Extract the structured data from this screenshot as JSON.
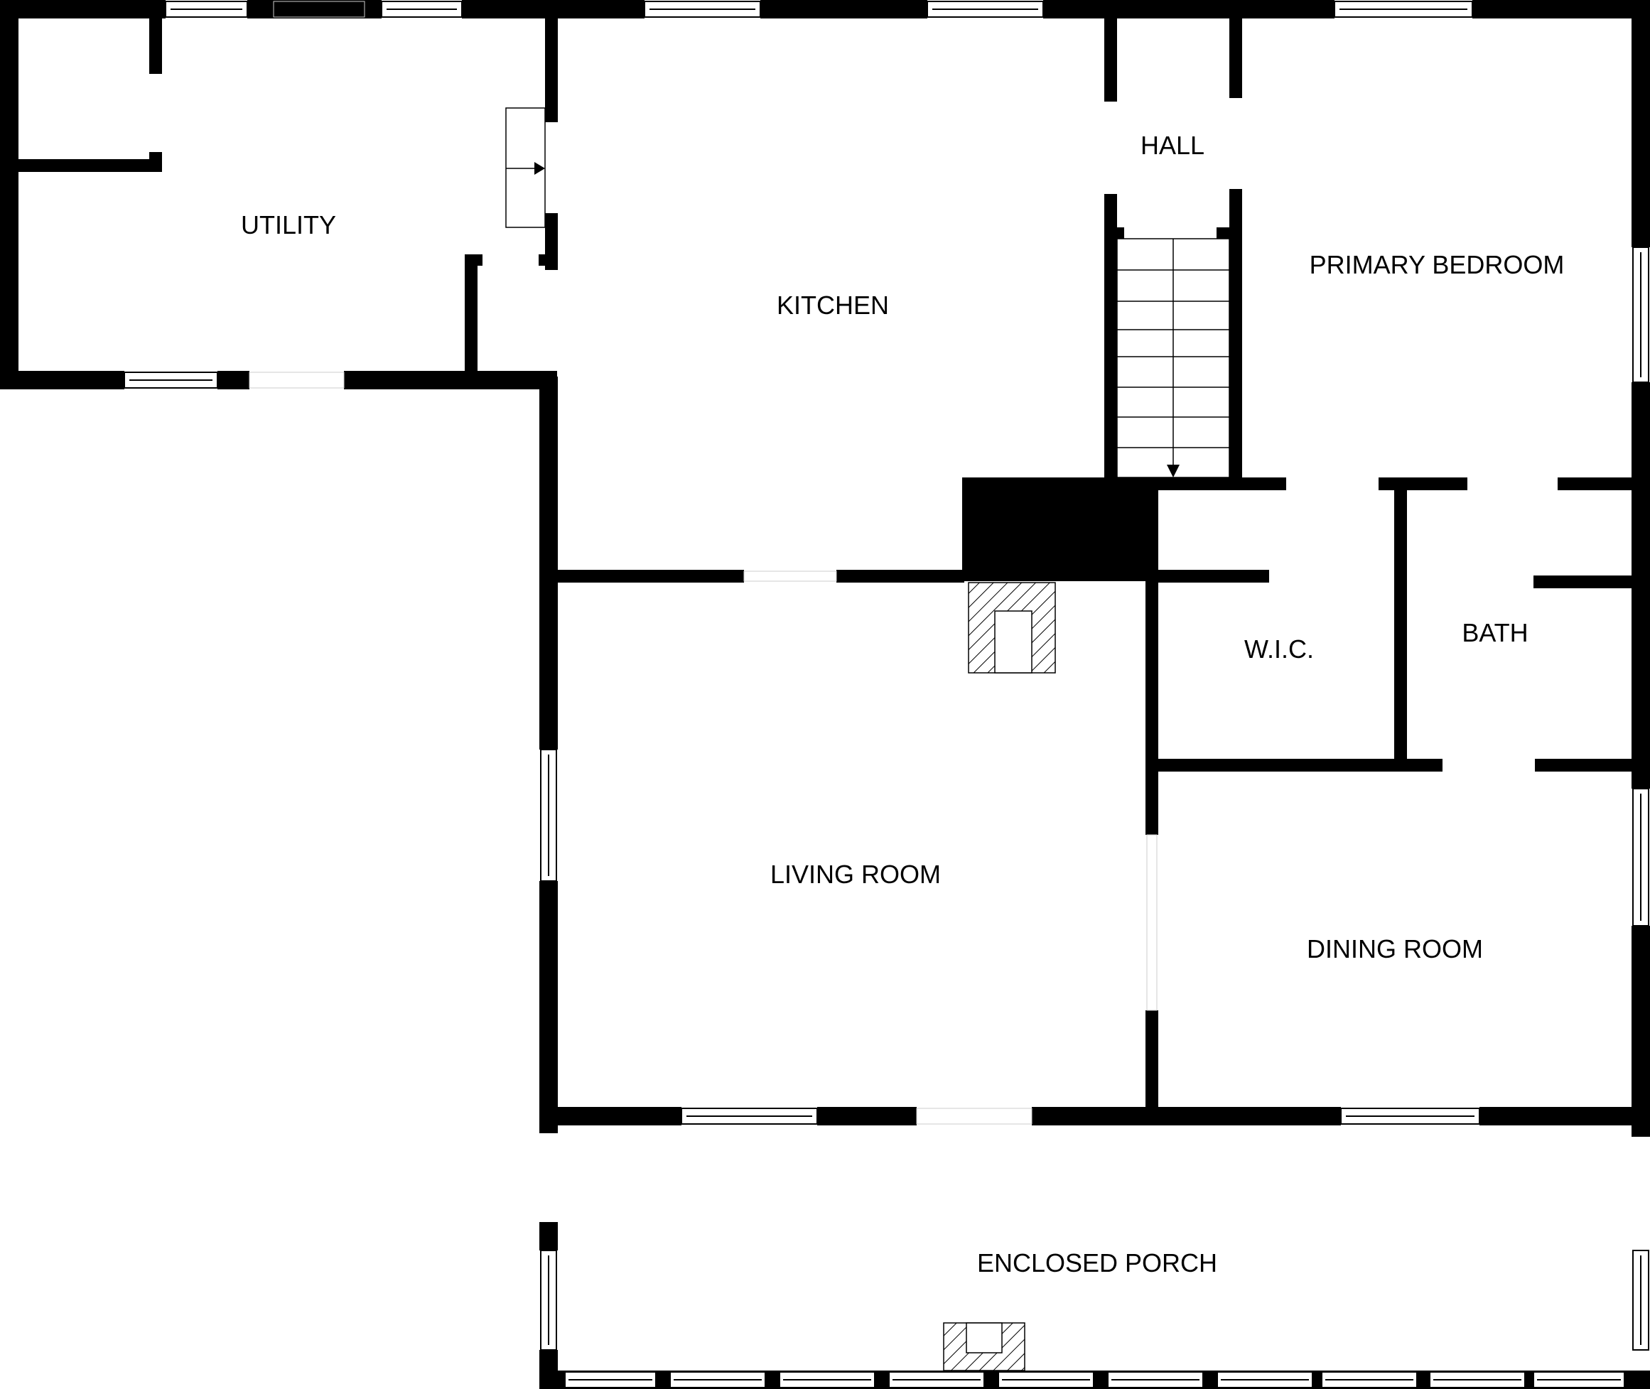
{
  "plan": {
    "wall_color": "#000000",
    "background": "#ffffff",
    "rooms": {
      "utility": "UTILITY",
      "kitchen": "KITCHEN",
      "hall": "HALL",
      "primary_bedroom": "PRIMARY BEDROOM",
      "wic": "W.I.C.",
      "bath": "BATH",
      "living_room": "LIVING ROOM",
      "dining_room": "DINING ROOM",
      "enclosed_porch": "ENCLOSED PORCH"
    }
  }
}
